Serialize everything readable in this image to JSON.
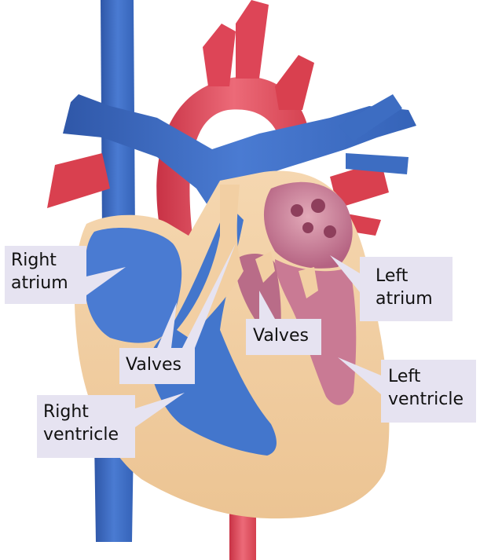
{
  "labels": {
    "right_atrium": {
      "line1": "Right",
      "line2": "atrium"
    },
    "left_atrium": {
      "line1": "Left",
      "line2": "atrium"
    },
    "valves_center": "Valves",
    "valves_left": "Valves",
    "left_ventricle": {
      "line1": "Left",
      "line2": "ventricle"
    },
    "right_ventricle": {
      "line1": "Right",
      "line2": "ventricle"
    }
  },
  "colors": {
    "vein_blue": "#3f6fc8",
    "vein_blue_dark": "#2f57a8",
    "artery_red": "#e0485a",
    "artery_red_light": "#ec7b86",
    "muscle_tan": "#f2cfa3",
    "left_chamber_pink": "#c97a94",
    "label_bg": "#e6e3f1"
  }
}
